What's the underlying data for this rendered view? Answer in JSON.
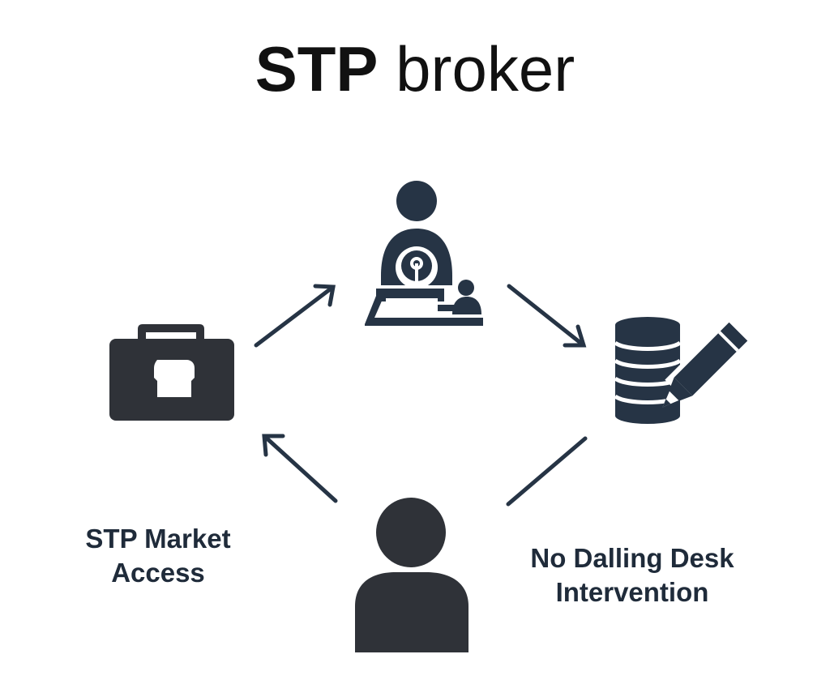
{
  "title": {
    "bold": "STP",
    "light": "broker"
  },
  "labels": {
    "left_line1": "STP Market",
    "left_line2": "Access",
    "right_line1": "No Dalling Desk",
    "right_line2": "Intervention"
  },
  "icons": {
    "top": "trader-workstation-icon",
    "left": "briefcase-icon",
    "right": "database-pencil-icon",
    "bottom": "user-icon"
  },
  "colors": {
    "icon": "#263445",
    "icon_dark": "#2f3238",
    "arrow": "#263445",
    "text": "#1f2b3a"
  }
}
